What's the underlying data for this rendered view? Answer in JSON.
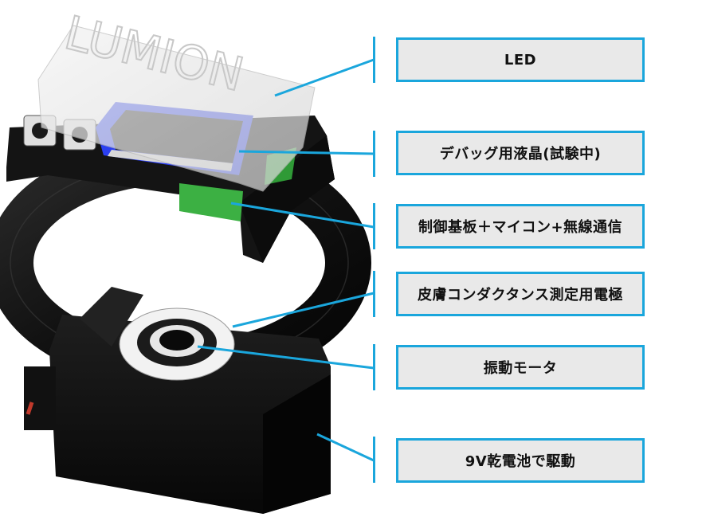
{
  "product": {
    "logo_text": "LUMION"
  },
  "labels": [
    {
      "id": "led",
      "text": "LED"
    },
    {
      "id": "lcd",
      "text": "デバッグ用液晶(試験中)"
    },
    {
      "id": "board",
      "text": "制御基板＋マイコン+無線通信"
    },
    {
      "id": "electrode",
      "text": "皮膚コンダクタンス測定用電極"
    },
    {
      "id": "motor",
      "text": "振動モータ"
    },
    {
      "id": "battery",
      "text": "9V乾電池で駆動"
    }
  ],
  "colors": {
    "accent": "#1aa6dc",
    "label_bg": "#e9e9e9",
    "device_body": "#111111",
    "lcd_frame": "#2b3ff0",
    "pcb_green": "#3cb043",
    "electrode_ring": "#f2f2f2"
  }
}
